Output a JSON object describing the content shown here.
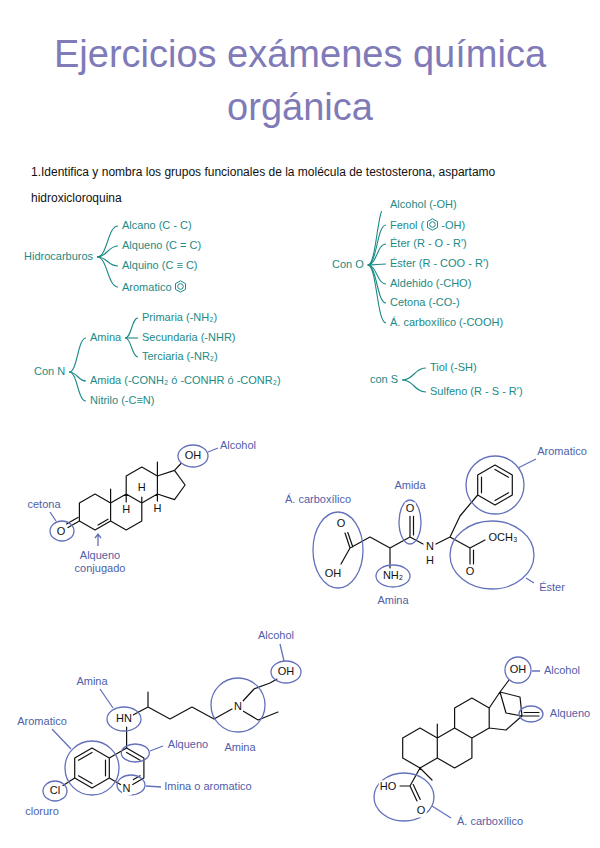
{
  "diagram": {
    "title": "Ejercicios exámenes química orgánica",
    "nodes": [
      {
        "text": [
          "Hidrocarburos"
        ]
      },
      {
        "text": [
          "Alcano (C - C)"
        ]
      },
      {
        "text": [
          "Alqueno (C = C)"
        ]
      },
      {
        "text": [
          "Alquino (C ≡ C)"
        ]
      },
      {
        "text": [
          "Aromatico"
        ]
      },
      {
        "text": [
          "Con O"
        ]
      },
      {
        "text": [
          "Alcohol (-OH)"
        ]
      },
      {
        "text": [
          "Fenol (",
          "-OH)"
        ]
      },
      {
        "text": [
          "Éter (R - O - R')"
        ]
      },
      {
        "text": [
          "Éster (R - COO - R')"
        ]
      },
      {
        "text": [
          "Aldehido (-CHO)"
        ]
      },
      {
        "text": [
          "Cetona (-CO-)"
        ]
      },
      {
        "text": [
          "Á. carboxílico (-COOH)"
        ]
      },
      {
        "text": [
          "Con N"
        ]
      },
      {
        "text": [
          "Amina"
        ]
      },
      {
        "text": [
          "Primaria (-NH₂)"
        ]
      },
      {
        "text": [
          "Secundaria (-NHR)"
        ]
      },
      {
        "text": [
          "Terciaria (-NR₂)"
        ]
      },
      {
        "text": [
          "Amida (-CONH₂ ó -CONHR ó -CONR₂)"
        ]
      },
      {
        "text": [
          "Nitrilo (-C≡N)"
        ]
      },
      {
        "text": [
          "con S"
        ]
      },
      {
        "text": [
          "Tiol (-SH)"
        ]
      },
      {
        "text": [
          "Sulfeno (R - S - R')"
        ]
      }
    ],
    "edges": [
      {
        "from": 0,
        "to": 1,
        "arrow": "none"
      },
      {
        "from": 0,
        "to": 2,
        "arrow": "none"
      },
      {
        "from": 0,
        "to": 3,
        "arrow": "none"
      },
      {
        "from": 0,
        "to": 4,
        "arrow": "none"
      },
      {
        "from": 5,
        "to": 6,
        "arrow": "none"
      },
      {
        "from": 5,
        "to": 7,
        "arrow": "none"
      },
      {
        "from": 5,
        "to": 8,
        "arrow": "none"
      },
      {
        "from": 5,
        "to": 9,
        "arrow": "none"
      },
      {
        "from": 5,
        "to": 10,
        "arrow": "none"
      },
      {
        "from": 5,
        "to": 11,
        "arrow": "none"
      },
      {
        "from": 5,
        "to": 12,
        "arrow": "none"
      },
      {
        "from": 13,
        "to": 14,
        "arrow": "none"
      },
      {
        "from": 13,
        "to": 18,
        "arrow": "none"
      },
      {
        "from": 13,
        "to": 19,
        "arrow": "none"
      },
      {
        "from": 14,
        "to": 15,
        "arrow": "none"
      },
      {
        "from": 14,
        "to": 16,
        "arrow": "none"
      },
      {
        "from": 14,
        "to": 17,
        "arrow": "none"
      },
      {
        "from": 20,
        "to": 21,
        "arrow": "none"
      },
      {
        "from": 20,
        "to": 22,
        "arrow": "none"
      }
    ],
    "labels": [
      "1.Identifica y nombra los grupos funcionales de la molécula de testosterona, aspartamo hidroxicloroquina",
      "Alcohol",
      "OH",
      "H",
      "H",
      "H",
      "cetona",
      "O",
      "Alqueno conjugado",
      "Aromatico",
      "Amida",
      "Á. carboxílico",
      "O",
      "O",
      "N",
      "H",
      "OH",
      "NH₂",
      "O",
      "OCH₃",
      "Éster",
      "Amina",
      "Alcohol",
      "Amina",
      "HN",
      "OH",
      "N",
      "Aromatico",
      "Alqueno",
      "Amina",
      "N",
      "Cl",
      "Imina o aromatico",
      "cloruro",
      "OH",
      "Alcohol",
      "Alqueno",
      "HO",
      "O",
      "Á. carboxílico"
    ]
  }
}
